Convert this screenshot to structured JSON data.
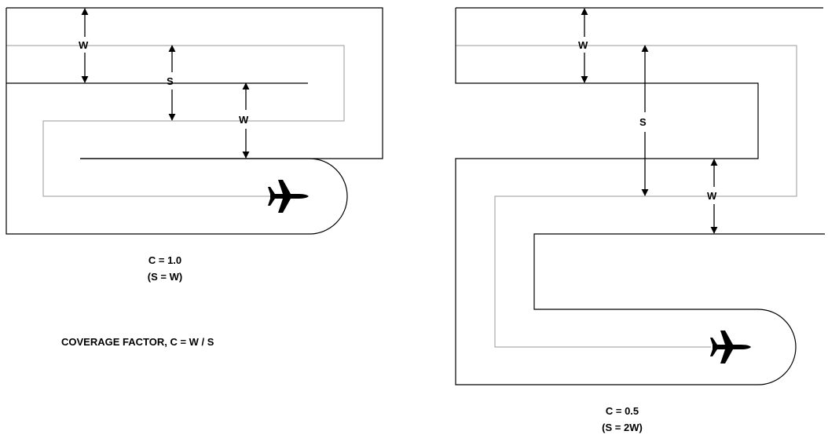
{
  "diagrams": [
    {
      "id": "c-1",
      "labels": {
        "w_top": "W",
        "s": "S",
        "w_bottom": "W"
      },
      "caption_line1": "C = 1.0",
      "caption_line2": "(S = W)"
    },
    {
      "id": "c-05",
      "labels": {
        "w_top": "W",
        "s": "S",
        "w_bottom": "W"
      },
      "caption_line1": "C = 0.5",
      "caption_line2": "(S = 2W)"
    }
  ],
  "formula": "COVERAGE FACTOR, C = W / S",
  "icons": {
    "aircraft": "airplane-icon"
  }
}
